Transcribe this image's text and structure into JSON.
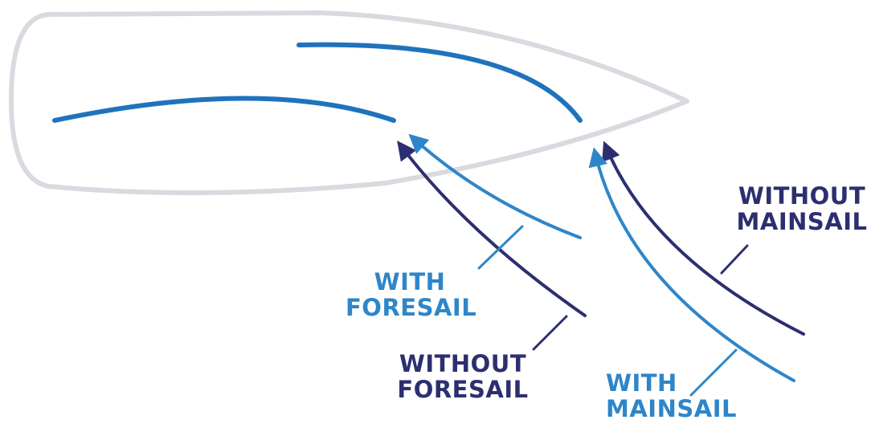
{
  "colors": {
    "hull": "#d9d9e0",
    "sail": "#1f73bd",
    "flow_with": "#2e86c9",
    "flow_without": "#2c2f6f"
  },
  "labels": {
    "with_foresail": [
      "WITH",
      "FORESAIL"
    ],
    "without_foresail": [
      "WITHOUT",
      "FORESAIL"
    ],
    "without_mainsail": [
      "WITHOUT",
      "MAINSAIL"
    ],
    "with_mainsail": [
      "WITH",
      "MAINSAIL"
    ]
  }
}
